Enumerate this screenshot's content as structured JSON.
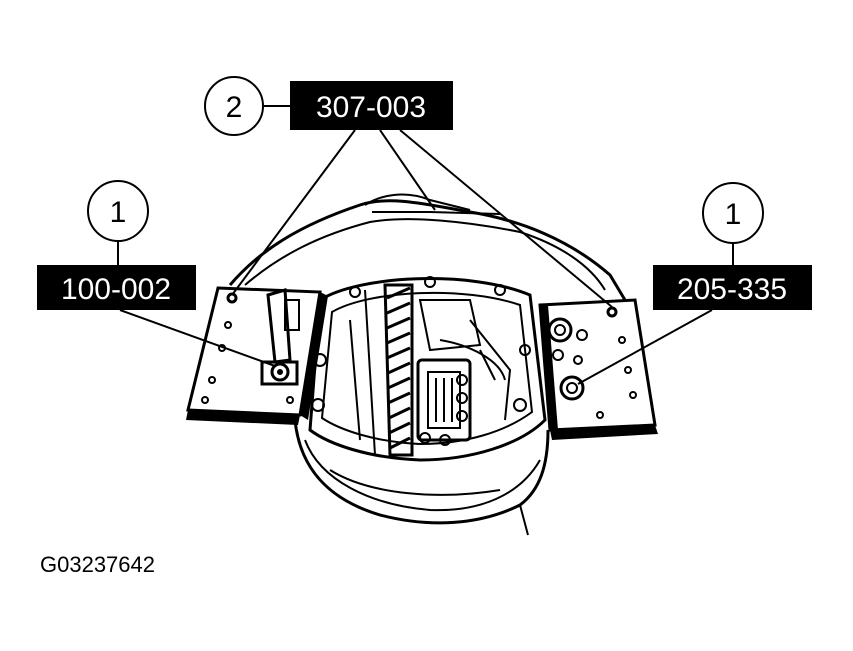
{
  "callouts": [
    {
      "number": "2",
      "tool": "307-003"
    },
    {
      "number": "1",
      "tool": "100-002"
    },
    {
      "number": "1",
      "tool": "205-335"
    }
  ],
  "figure_id": "G03237642",
  "colors": {
    "ink": "#000000",
    "label_fill": "#000000",
    "label_text": "#ffffff",
    "background": "#ffffff"
  }
}
